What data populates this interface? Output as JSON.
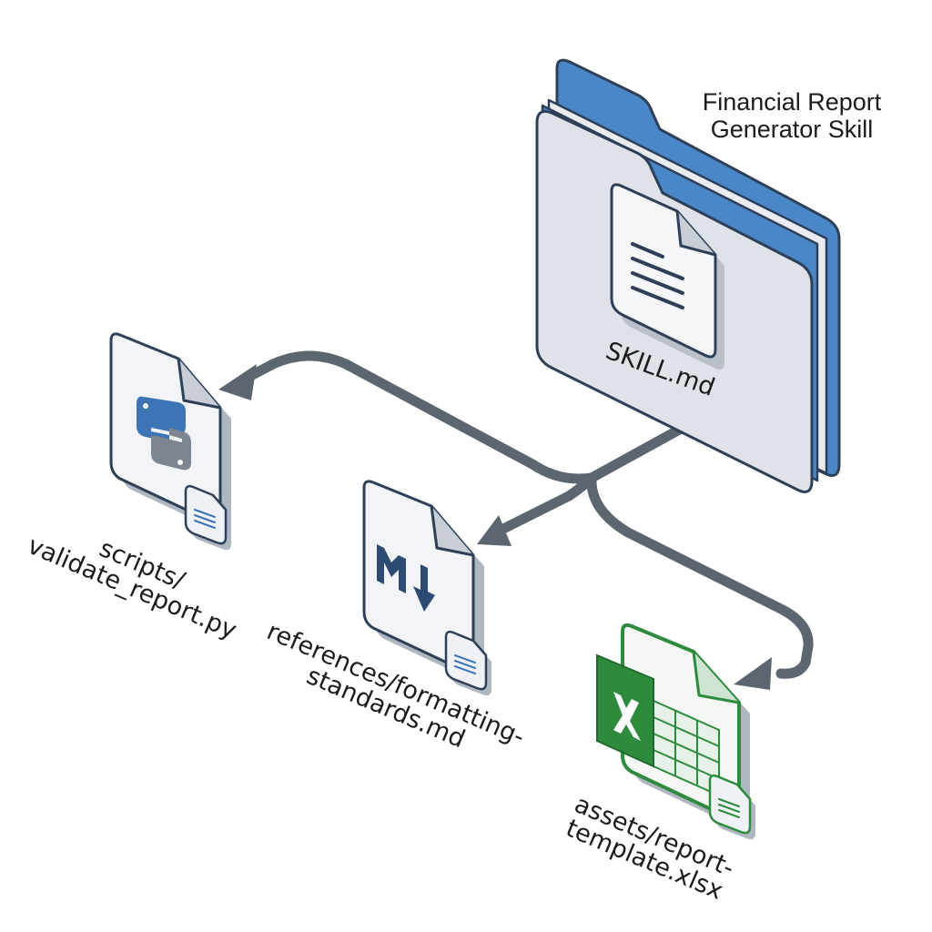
{
  "skill": {
    "title_line1": "Financial Report",
    "title_line2": "Generator Skill",
    "main_file": "SKILL.md"
  },
  "files": {
    "scripts": {
      "line1": "scripts/",
      "line2": "validate_report.py",
      "icon": "python-icon"
    },
    "references": {
      "line1": "references/formatting-",
      "line2": "standards.md",
      "icon": "markdown-icon"
    },
    "assets": {
      "line1": "assets/report-",
      "line2": "template.xlsx",
      "icon": "excel-icon"
    }
  },
  "colors": {
    "folder_blue": "#4a87c9",
    "folder_gray": "#dfe3e9",
    "outline": "#2e4057",
    "arrow": "#5d6670",
    "excel_green": "#2e8b3e",
    "python_blue": "#3d74b5",
    "python_gray": "#7c8590"
  }
}
